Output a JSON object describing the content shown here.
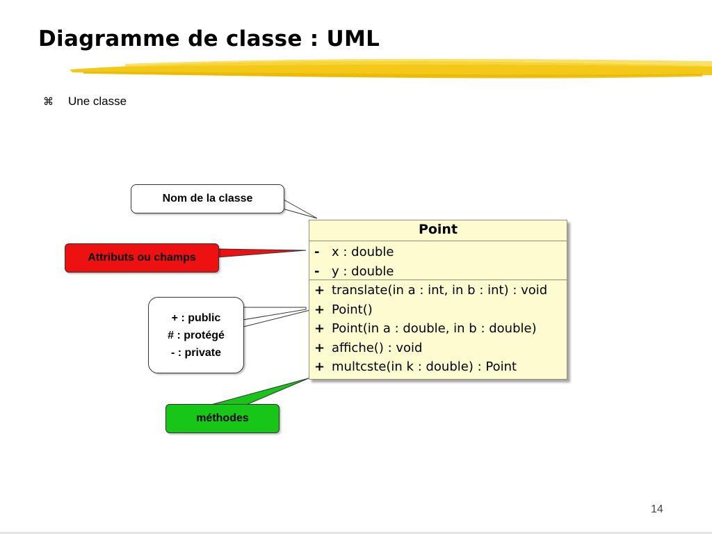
{
  "title": "Diagramme de classe : UML",
  "bullet": {
    "symbol": "⌘",
    "text": "Une classe"
  },
  "uml_class": {
    "name": "Point",
    "attributes": [
      {
        "visibility": "-",
        "text": "x : double"
      },
      {
        "visibility": "-",
        "text": "y : double"
      }
    ],
    "methods": [
      {
        "visibility": "+",
        "text": "translate(in a : int, in b : int) : void"
      },
      {
        "visibility": "+",
        "text": "Point()"
      },
      {
        "visibility": "+",
        "text": "Point(in a : double, in b : double)"
      },
      {
        "visibility": "+",
        "text": "affiche() : void"
      },
      {
        "visibility": "+",
        "text": "multcste(in k : double) : Point"
      }
    ]
  },
  "callouts": {
    "class_name": {
      "text": "Nom de la classe",
      "color": "#ffffff"
    },
    "attributes": {
      "text": "Attributs ou champs",
      "color": "#ee1111"
    },
    "visibility": {
      "lines": [
        "+ : public",
        "# : protégé",
        "- : private"
      ],
      "color": "#ffffff"
    },
    "methods": {
      "text": "méthodes",
      "color": "#17c617"
    }
  },
  "colors": {
    "class_fill": "#fdfbd0",
    "title_underline": "#f2c200"
  },
  "slide_number": "14"
}
